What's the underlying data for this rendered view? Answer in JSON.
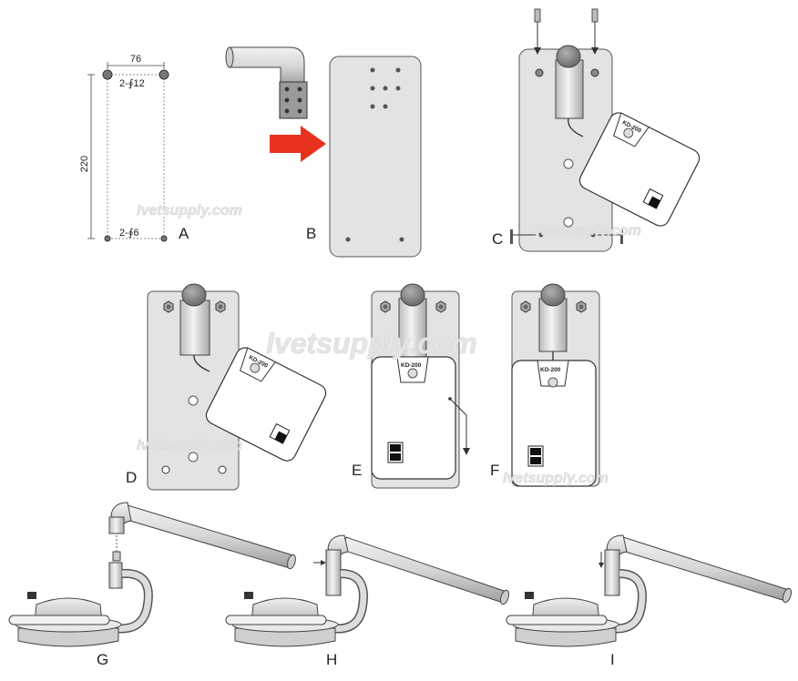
{
  "labels": {
    "a": "A",
    "b": "B",
    "c": "C",
    "d": "D",
    "e": "E",
    "f": "F",
    "g": "G",
    "h": "H",
    "i": "I"
  },
  "dimensions": {
    "width": "76",
    "height": "220",
    "top_holes": "2-∮12",
    "bottom_holes": "2-∮6"
  },
  "device_label": "KD-200",
  "watermark": "Ivetsupply.com",
  "colors": {
    "plate": "#e3e3e3",
    "outline": "#333333",
    "arrow": "#e8321e",
    "nozzle": "#8a8a8a"
  }
}
